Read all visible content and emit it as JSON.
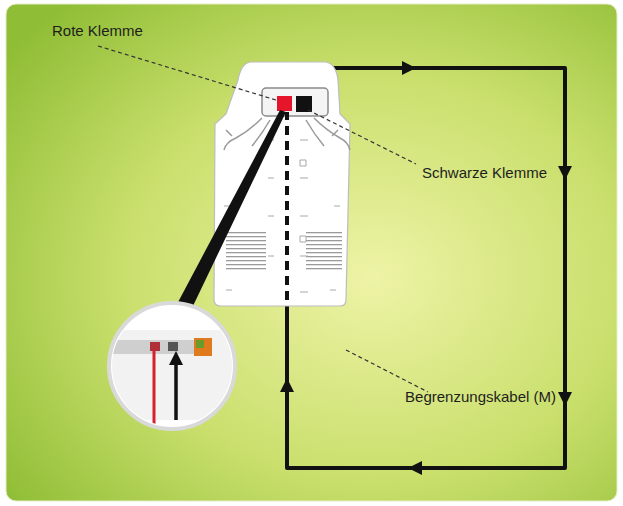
{
  "diagram": {
    "labels": [
      "Rote Klemme",
      "Schwarze Klemme",
      "Begrenzungskabel (M)"
    ]
  }
}
